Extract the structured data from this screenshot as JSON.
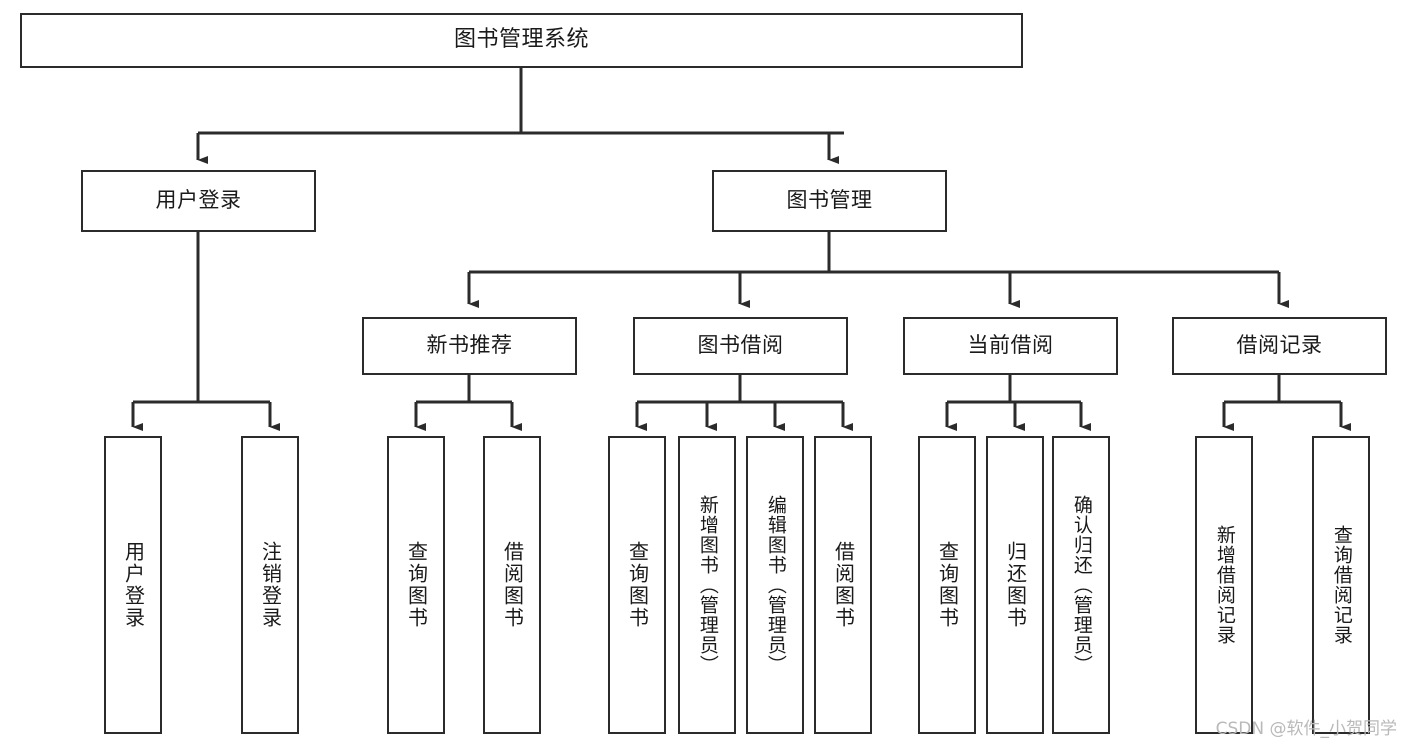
{
  "diagram": {
    "title": "图书管理系统",
    "watermark": "CSDN @软件_小贺同学",
    "line_color": "#2b2b2b",
    "box_fill": "#ffffff",
    "text_color": "#1a1a1a",
    "levels": {
      "level0": {
        "label": "图书管理系统"
      },
      "level1": [
        {
          "label": "用户登录"
        },
        {
          "label": "图书管理"
        }
      ],
      "level2": [
        {
          "label": "新书推荐"
        },
        {
          "label": "图书借阅"
        },
        {
          "label": "当前借阅"
        },
        {
          "label": "借阅记录"
        }
      ],
      "leaves": [
        {
          "label": "用户登录",
          "parent": "用户登录"
        },
        {
          "label": "注销登录",
          "parent": "用户登录"
        },
        {
          "label": "查询图书",
          "parent": "新书推荐"
        },
        {
          "label": "借阅图书",
          "parent": "新书推荐"
        },
        {
          "label": "查询图书",
          "parent": "图书借阅"
        },
        {
          "label": "新增图书（管理员）",
          "parent": "图书借阅"
        },
        {
          "label": "编辑图书（管理员）",
          "parent": "图书借阅"
        },
        {
          "label": "借阅图书",
          "parent": "图书借阅"
        },
        {
          "label": "查询图书",
          "parent": "当前借阅"
        },
        {
          "label": "归还图书",
          "parent": "当前借阅"
        },
        {
          "label": "确认归还（管理员）",
          "parent": "当前借阅"
        },
        {
          "label": "新增借阅记录",
          "parent": "借阅记录"
        },
        {
          "label": "查询借阅记录",
          "parent": "借阅记录"
        }
      ]
    }
  }
}
